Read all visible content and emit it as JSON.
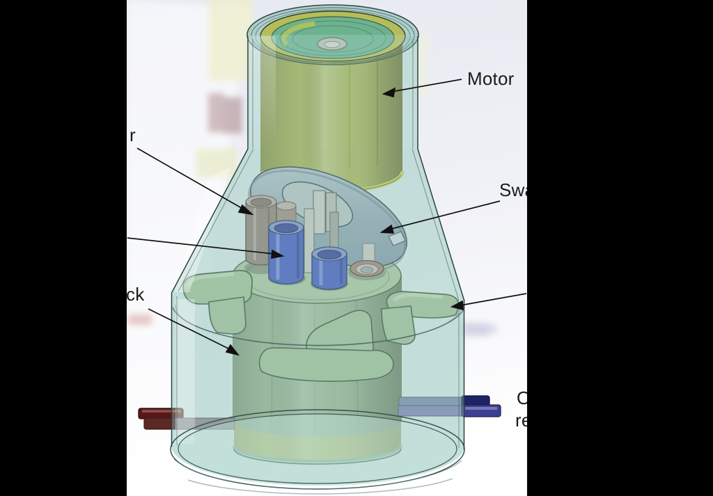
{
  "figure": {
    "type": "annotated-cad-render",
    "labels": {
      "motor": "Motor",
      "left_top_fragment": "r",
      "swash_fragment": "Swa",
      "block_fragment": "ck",
      "port_fragment_line1": "O",
      "port_fragment_line2": "re"
    }
  },
  "colors": {
    "label_text": "#1a1a1a",
    "panel_black": "#000000",
    "background_top": "#e6e8f0",
    "housing_teal": "#a5cbc4",
    "housing_outline": "#2e4a44",
    "motor_olive": "#a3ae52",
    "motor_rim_yellow": "#c3ce51",
    "motor_cap_green": "#6cb28e",
    "swash_gray": "#96a9b3",
    "piston_blue": "#3c55bb",
    "piston_brown": "#8d7b72",
    "block_green": "#93b089",
    "block_band_yellow": "#b0b95c",
    "port_red": "#5a1714",
    "port_navy": "#1d2366",
    "port_purple": "#3d3f91"
  }
}
